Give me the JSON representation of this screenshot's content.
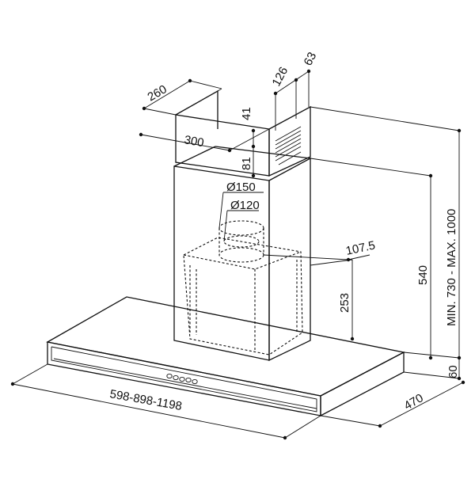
{
  "dimensions": {
    "chimney_depth": "260",
    "chimney_width": "300",
    "duct_upper": "126",
    "duct_offset": "63",
    "chimney_top_gap": "41",
    "chimney_mid_gap": "81",
    "outlet_outer": "Ø150",
    "outlet_inner": "Ø120",
    "outlet_offset": "107.5",
    "motor_height": "253",
    "body_height": "540",
    "total_height": "MIN. 730 - MAX. 1000",
    "canopy_thickness": "60",
    "canopy_depth": "470",
    "widths": "598-898-1198"
  },
  "colors": {
    "line": "#111111",
    "background": "#ffffff"
  }
}
